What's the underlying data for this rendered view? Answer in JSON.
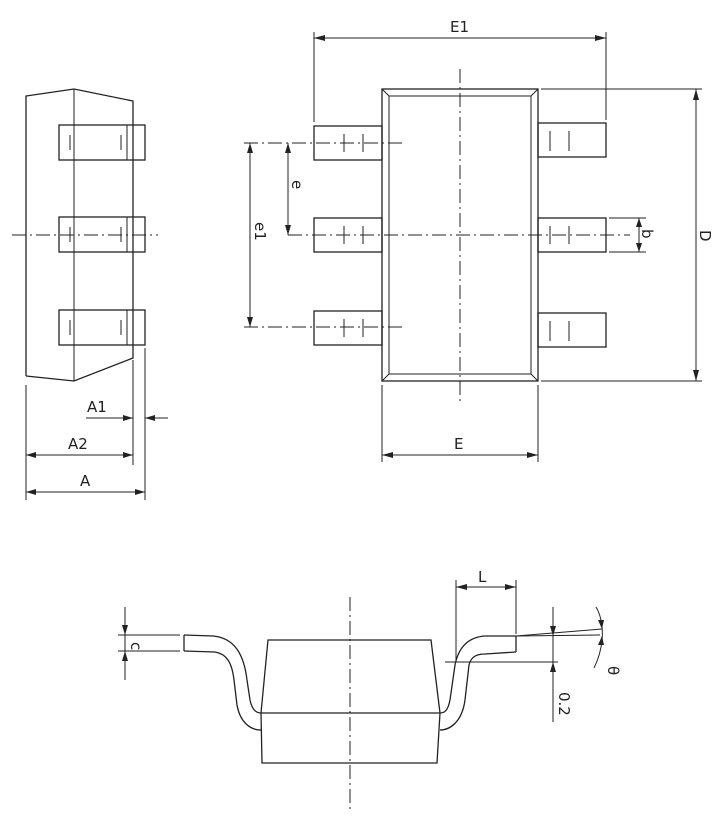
{
  "drawing": {
    "type": "package outline drawing",
    "views": [
      "end view",
      "top view",
      "side view"
    ],
    "colors": {
      "line": "#222222",
      "background": "#ffffff"
    }
  },
  "labels": {
    "A": "A",
    "A1": "A1",
    "A2": "A2",
    "E1": "E1",
    "E": "E",
    "D": "D",
    "e": "e",
    "e1": "e1",
    "b": "b",
    "c": "c",
    "L": "L",
    "theta": "θ",
    "gauge": "0.2"
  }
}
